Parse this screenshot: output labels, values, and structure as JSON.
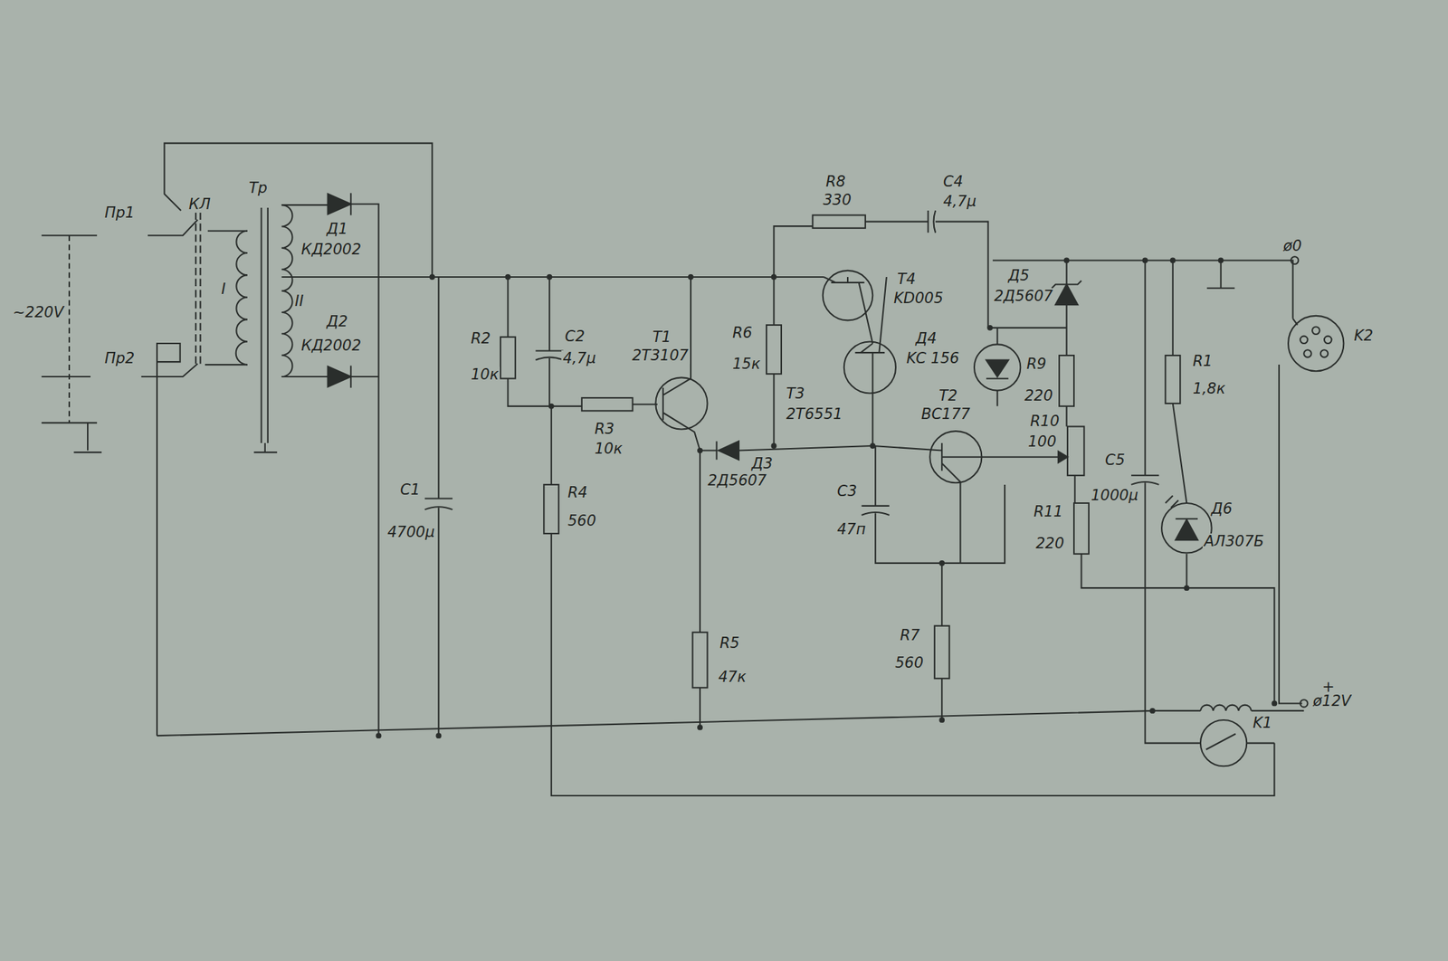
{
  "diagram": {
    "labels": [
      "Пр1",
      "КЛ",
      "Тр",
      "Д1",
      "КД2002",
      "I",
      "II",
      "Д2",
      "КД2002",
      "~220V",
      "Пр2",
      "C1",
      "4700μ",
      "R8",
      "330",
      "C4",
      "4,7μ",
      "R2",
      "10к",
      "C2",
      "4,7μ",
      "T1",
      "2T3107",
      "R3",
      "10к",
      "R4",
      "560",
      "R6",
      "15к",
      "T3",
      "2T6551",
      "T4",
      "KD005",
      "Д4",
      "KC 156",
      "Д3",
      "2Д5607",
      "T2",
      "BC177",
      "Д5",
      "2Д5607",
      "R9",
      "220",
      "R10",
      "100",
      "R11",
      "220",
      "C3",
      "47п",
      "R7",
      "560",
      "R5",
      "47к",
      "C5",
      "1000μ",
      "R1",
      "1,8к",
      "Д6",
      "АЛ307Б",
      "K2",
      "K1",
      "ø0",
      "+",
      "ø12V"
    ]
  }
}
